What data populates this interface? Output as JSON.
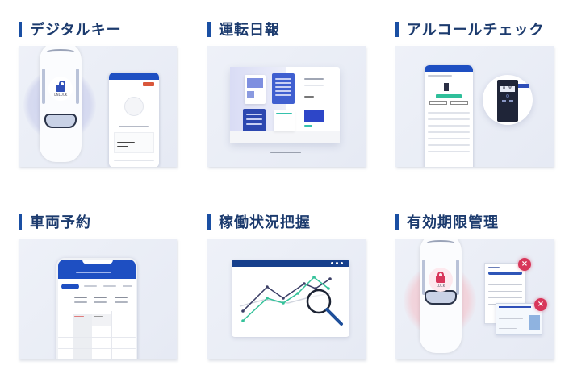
{
  "features": [
    {
      "title": "デジタルキー",
      "illustration": "car-with-unlock-and-smartphone-app",
      "lock_label": "UNLOCK",
      "accent": "#2f4fb8"
    },
    {
      "title": "運転日報",
      "illustration": "monitor-with-report-documents",
      "accent": "#3f5fd0"
    },
    {
      "title": "アルコールチェック",
      "illustration": "smartphone-record-and-breathalyzer",
      "device_reading": "0.00",
      "accent": "#2fbf9a"
    },
    {
      "title": "車両予約",
      "illustration": "smartphone-reservation-calendar",
      "accent": "#1e4fc2"
    },
    {
      "title": "稼働状況把握",
      "illustration": "line-chart-with-magnifier",
      "accent": "#163f8c"
    },
    {
      "title": "有効期限管理",
      "illustration": "car-lock-with-expired-documents",
      "lock_label": "LOCK",
      "expired_mark": "×",
      "accent": "#d8365a"
    }
  ],
  "colors": {
    "title_bar": "#1a4fa3",
    "title_text": "#1c3b6e",
    "chart_line_dark": "#3b3f66",
    "chart_line_teal": "#35c29a",
    "chart_line_gray": "#d2d6df"
  }
}
